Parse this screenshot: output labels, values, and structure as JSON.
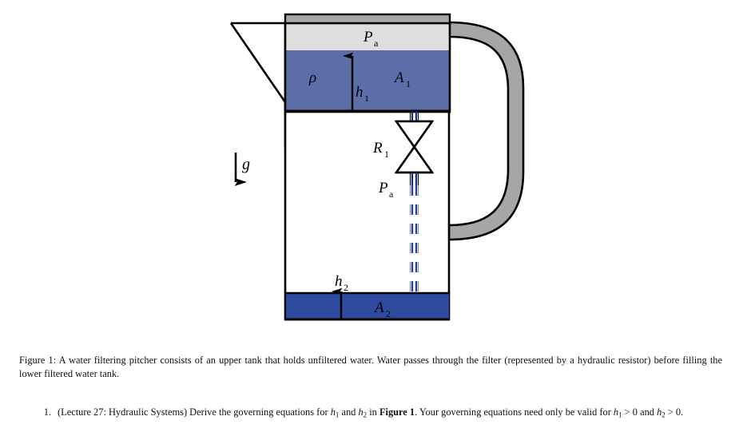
{
  "figure": {
    "title": "water-filtering-pitcher-diagram",
    "labels": {
      "ambient_pressure_top": "P",
      "ambient_pressure_top_sub": "a",
      "density": "ρ",
      "height_upper": "h",
      "height_upper_sub": "1",
      "area_upper": "A",
      "area_upper_sub": "1",
      "resistance": "R",
      "resistance_sub": "1",
      "ambient_pressure_outlet": "P",
      "ambient_pressure_outlet_sub": "a",
      "gravity": "g",
      "height_lower": "h",
      "height_lower_sub": "2",
      "area_lower": "A",
      "area_lower_sub": "2"
    },
    "colors": {
      "unfiltered_water": "#5b6ea8",
      "filtered_water": "#2e4a9e",
      "air_gap": "#dedede",
      "lid": "#a8a8a8",
      "handle": "#a6a6a6",
      "outline": "#000000",
      "stream": "#1f3f9e"
    }
  },
  "caption": {
    "label": "Figure 1:",
    "text": "A water filtering pitcher consists of an upper tank that holds unfiltered water. Water passes through the filter (represented by a hydraulic resistor) before filling the lower filtered water tank."
  },
  "problems": [
    {
      "number": "1.",
      "part1": "(Lecture 27: Hydraulic Systems) Derive the governing equations for ",
      "var1": "h",
      "var1_sub": "1",
      "part2": " and ",
      "var2": "h",
      "var2_sub": "2",
      "part3": " in ",
      "bold_ref": "Figure 1",
      "part4": ". Your governing equations need only be valid for ",
      "cond1_var": "h",
      "cond1_sub": "1",
      "cond1_rel": " > 0",
      "part5": " and ",
      "cond2_var": "h",
      "cond2_sub": "2",
      "cond2_rel": " > 0",
      "part6": "."
    }
  ]
}
